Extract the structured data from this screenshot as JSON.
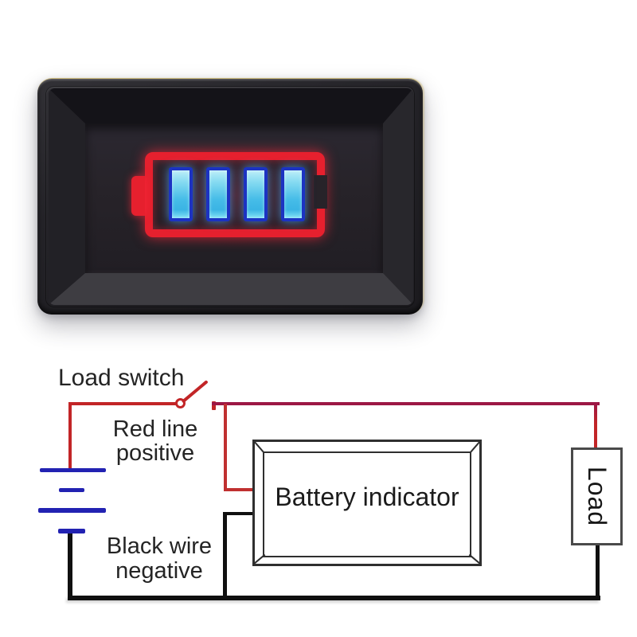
{
  "product_photo": {
    "description": "battery level indicator module photo",
    "battery_icon": {
      "bars_total": 4,
      "bars_lit": 4,
      "outline_color": "#e6202e",
      "bar_fill_color": "#47bde8",
      "bar_border_color": "#1c33c2"
    }
  },
  "diagram": {
    "labels": {
      "load_switch": "Load switch",
      "red_line_1": "Red line",
      "red_line_2": "positive",
      "black_wire_1": "Black wire",
      "black_wire_2": "negative",
      "battery_indicator": "Battery indicator",
      "load": "Load"
    },
    "colors": {
      "positive_wire": "#c22527",
      "positive_wire_dark": "#9c1745",
      "negative_wire": "#101010",
      "battery_symbol_blue": "#2222b2"
    }
  }
}
